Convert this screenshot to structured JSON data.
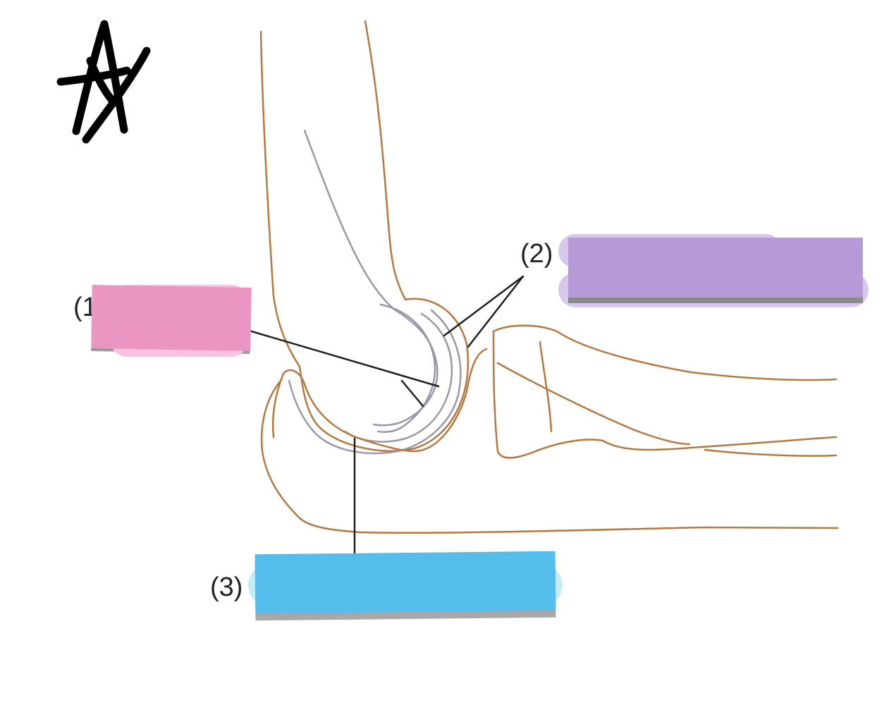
{
  "labels": [
    {
      "id": "label-1",
      "number": "(1",
      "mask_color": "#ea95c2"
    },
    {
      "id": "label-2",
      "number": "(2)",
      "mask_color": "#b59ad7"
    },
    {
      "id": "label-3",
      "number": "(3)",
      "mask_color": "#54bdea"
    }
  ],
  "colors": {
    "bone_outline": "#b8773f",
    "cartilage": "#9a97a6",
    "leader_line": "#1f1f1f",
    "mask_shadow": "#9a9a9a"
  },
  "icons": {
    "signature": "handwritten-star-signature"
  }
}
